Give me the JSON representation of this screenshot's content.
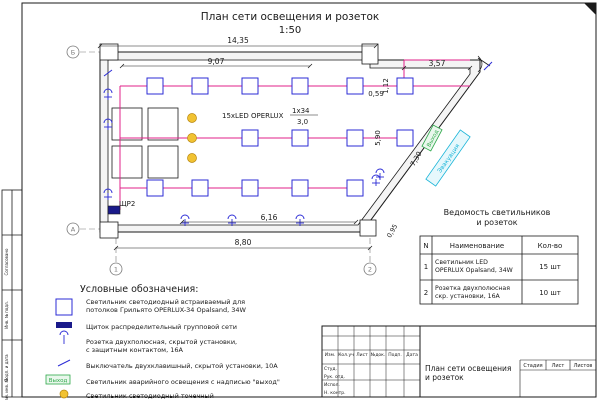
{
  "drawing": {
    "title": "План сети освещения и розеток",
    "scale": "1:50",
    "axes": {
      "row_top": "Б",
      "row_bottom": "А",
      "col_left": "1",
      "col_right": "2"
    },
    "dimensions": {
      "overall_top": "14,35",
      "overall_bottom": "8,80",
      "upper_run": "9,07",
      "lower_run": "6,16",
      "right_upper": "3,57",
      "step_height": "1,12",
      "step_gap": "0,59",
      "vertical": "5,90",
      "diagonal": "7,30",
      "corner": "0,95"
    },
    "fixture_label": "15xLED OPERLUX",
    "fixture_spec": "1x34",
    "fixture_power": "3,0",
    "panel_label": "ЩР2",
    "exit_sign": "Выход",
    "door_sign": "Эвакуация"
  },
  "legend": {
    "title": "Условные обозначения:",
    "items": [
      {
        "icon": "square-fixture-icon",
        "lines": [
          "Светильник светодиодный встраиваемый для",
          "потолков Грильято OPERLUX-34 Opalsand, 34W"
        ]
      },
      {
        "icon": "distribution-panel-icon",
        "lines": [
          "Щиток распределительный групповой сети"
        ]
      },
      {
        "icon": "socket-icon",
        "lines": [
          "Розетка двухполюсная, скрытой установки,",
          "с защитным контактом, 16А"
        ]
      },
      {
        "icon": "switch-icon",
        "lines": [
          "Выключатель двухклавишный, скрытой установки, 10А"
        ]
      },
      {
        "icon": "exit-sign-icon",
        "label": "Выход",
        "lines": [
          "Светильник аварийного освещения с надписью \"выход\""
        ]
      },
      {
        "icon": "spot-light-icon",
        "lines": [
          "Светильник светодиодный точечный"
        ]
      }
    ]
  },
  "schedule": {
    "title_lines": [
      "Ведомость светильников",
      "и розеток"
    ],
    "headers": [
      "N",
      "Наименование",
      "Кол-во"
    ],
    "rows": [
      {
        "n": "1",
        "name_lines": [
          "Светильник LED",
          "OPERLUX Opalsand, 34W"
        ],
        "qty": "15 шт"
      },
      {
        "n": "2",
        "name_lines": [
          "Розетка двухполюсная",
          "скр. установки, 16А"
        ],
        "qty": "10 шт"
      }
    ]
  },
  "title_block": {
    "sheet_name_lines": [
      "План сети освещения",
      "и розеток"
    ],
    "stage_label": "Стадия",
    "sheet_label": "Лист",
    "sheets_label": "Листов",
    "column_headers": [
      "Изм.",
      "Кол.уч",
      "Лист",
      "№док.",
      "Подп.",
      "Дата"
    ],
    "role_labels": [
      "Студ.",
      "Рук. отд.",
      "Испол.",
      "Н. контр."
    ],
    "side_labels": [
      "Согласовано",
      "Инв. № подл.",
      "Подп. и дата",
      "Взам. инв. №"
    ]
  },
  "colors": {
    "line": "#1a1a1a",
    "wiring": "#e0218a",
    "exit_green": "#2ea84a",
    "cyan": "#18b4d8",
    "spot_yellow": "#f1c232",
    "axis_grey": "#7a7a7a"
  }
}
